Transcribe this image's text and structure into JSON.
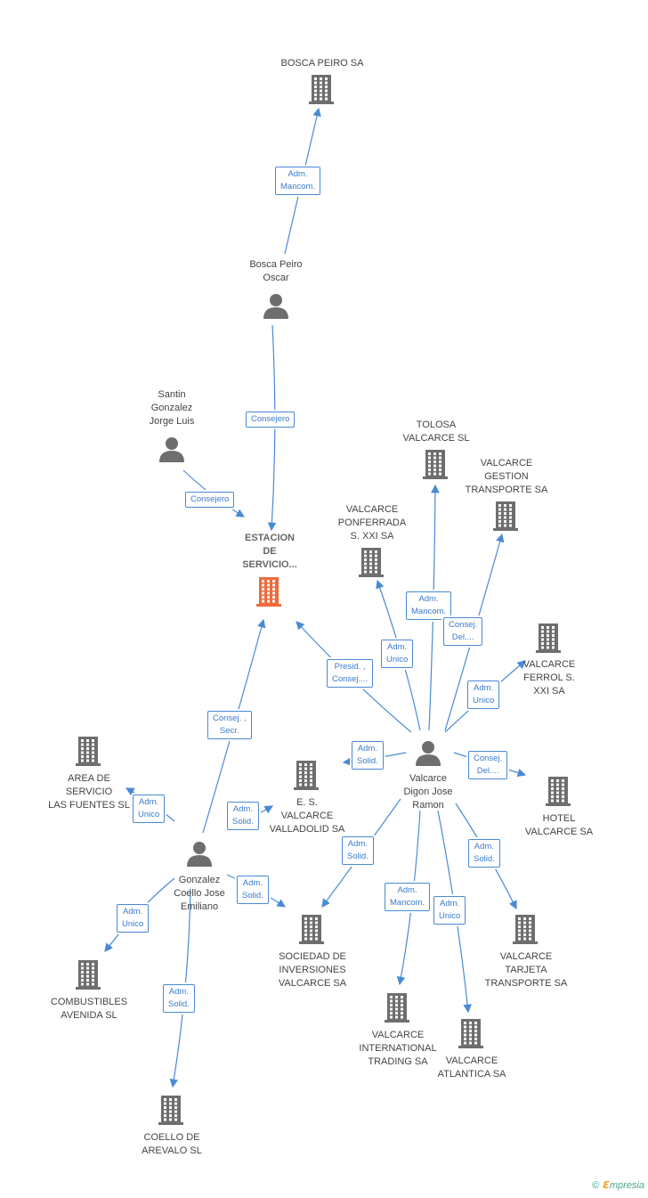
{
  "colors": {
    "building": "#6e6e6e",
    "central": "#f06a3a",
    "person": "#6e6e6e",
    "edge": "#4a8ad4"
  },
  "nodes": {
    "bosca_peiro_sa": {
      "label": "BOSCA PEIRO SA",
      "kind": "company"
    },
    "bosca_peiro_oscar": {
      "label": "Bosca Peiro\nOscar",
      "kind": "person"
    },
    "santin": {
      "label": "Santin\nGonzalez\nJorge Luis",
      "kind": "person"
    },
    "estacion": {
      "label": "ESTACION\nDE\nSERVICIO...",
      "kind": "central"
    },
    "tolosa": {
      "label": "TOLOSA\nVALCARCE SL",
      "kind": "company"
    },
    "gestion": {
      "label": "VALCARCE\nGESTION\nTRANSPORTE SA",
      "kind": "company"
    },
    "ponferrada": {
      "label": "VALCARCE\nPONFERRADA\nS.  XXI SA",
      "kind": "company"
    },
    "ferrol": {
      "label": "VALCARCE\nFERROL S.\nXXI SA",
      "kind": "company"
    },
    "area": {
      "label": "AREA DE\nSERVICIO\nLAS FUENTES SL",
      "kind": "company"
    },
    "es_valladolid": {
      "label": "E.  S.\nVALCARCE\nVALLADOLID SA",
      "kind": "company"
    },
    "valcarce_digon": {
      "label": "Valcarce\nDigon Jose\nRamon",
      "kind": "person"
    },
    "hotel": {
      "label": "HOTEL\nVALCARCE SA",
      "kind": "company"
    },
    "gonzalez": {
      "label": "Gonzalez\nCoello Jose\nEmiliano",
      "kind": "person"
    },
    "sociedad": {
      "label": "SOCIEDAD DE\nINVERSIONES\nVALCARCE SA",
      "kind": "company"
    },
    "tarjeta": {
      "label": "VALCARCE\nTARJETA\nTRANSPORTE SA",
      "kind": "company"
    },
    "combustibles": {
      "label": "COMBUSTIBLES\nAVENIDA  SL",
      "kind": "company"
    },
    "international": {
      "label": "VALCARCE\nINTERNATIONAL\nTRADING SA",
      "kind": "company"
    },
    "atlantica": {
      "label": "VALCARCE\nATLANTICA SA",
      "kind": "company"
    },
    "coello_arevalo": {
      "label": "COELLO DE\nAREVALO SL",
      "kind": "company"
    }
  },
  "relations": [
    {
      "id": "r1",
      "label": "Adm.\nMancom."
    },
    {
      "id": "r2",
      "label": "Consejero"
    },
    {
      "id": "r3",
      "label": "Consejero"
    },
    {
      "id": "r4",
      "label": "Adm.\nMancom."
    },
    {
      "id": "r5",
      "label": "Consej.\nDel...."
    },
    {
      "id": "r6",
      "label": "Adm.\nUnico"
    },
    {
      "id": "r7",
      "label": "Presid. ,\nConsej...."
    },
    {
      "id": "r8",
      "label": "Adm.\nUnico"
    },
    {
      "id": "r9",
      "label": "Adm.\nSolid."
    },
    {
      "id": "r10",
      "label": "Consej.\nDel...."
    },
    {
      "id": "r11",
      "label": "Consej. ,\nSecr."
    },
    {
      "id": "r12",
      "label": "Adm.\nUnico"
    },
    {
      "id": "r13",
      "label": "Adm.\nSolid."
    },
    {
      "id": "r14",
      "label": "Adm.\nSolid."
    },
    {
      "id": "r15",
      "label": "Adm.\nSolid."
    },
    {
      "id": "r16",
      "label": "Adm.\nSolid."
    },
    {
      "id": "r17",
      "label": "Adm.\nUnico"
    },
    {
      "id": "r18",
      "label": "Adm.\nMancom."
    },
    {
      "id": "r19",
      "label": "Adm.\nUnico"
    },
    {
      "id": "r20",
      "label": "Adm.\nSolid."
    }
  ],
  "footer": {
    "copyright": "©",
    "brand_e": "ℇ",
    "brand_rest": "mpresia"
  }
}
